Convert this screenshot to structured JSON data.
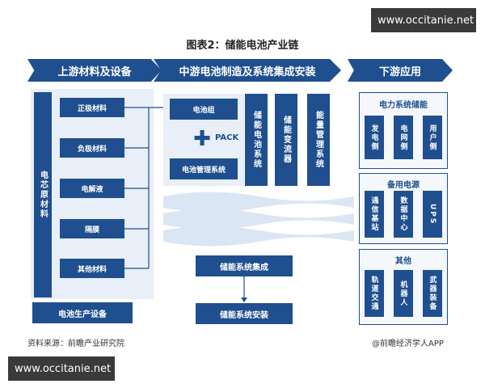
{
  "watermark": "www.occitanie.net",
  "title": "图表2：储能电池产业链",
  "upstream": {
    "header": "上游材料及设备",
    "core_label": "电芯原材料",
    "materials": [
      "正极材料",
      "负极材料",
      "电解液",
      "隔膜",
      "其他材料"
    ],
    "equipment": "电池生产设备"
  },
  "midstream": {
    "header": "中游电池制造及系统集成安装",
    "cell_group": "电池组",
    "pack_label": "PACK",
    "bms": "电池管理系统",
    "columns": [
      "储能电池系统",
      "储能变流器",
      "能量管理系统"
    ],
    "integration": "储能系统集成",
    "install": "储能系统安装"
  },
  "downstream": {
    "header": "下游应用",
    "groups": [
      {
        "title": "电力系统储能",
        "items": [
          "发电侧",
          "电网侧",
          "用户侧"
        ]
      },
      {
        "title": "备用电源",
        "items": [
          "通信基站",
          "数据中心",
          "UPS"
        ]
      },
      {
        "title": "其他",
        "items": [
          "轨道交通",
          "机器人",
          "武器装备"
        ]
      }
    ]
  },
  "source": "资料来源：前瞻产业研究院",
  "credit": "@前瞻经济学人APP"
}
